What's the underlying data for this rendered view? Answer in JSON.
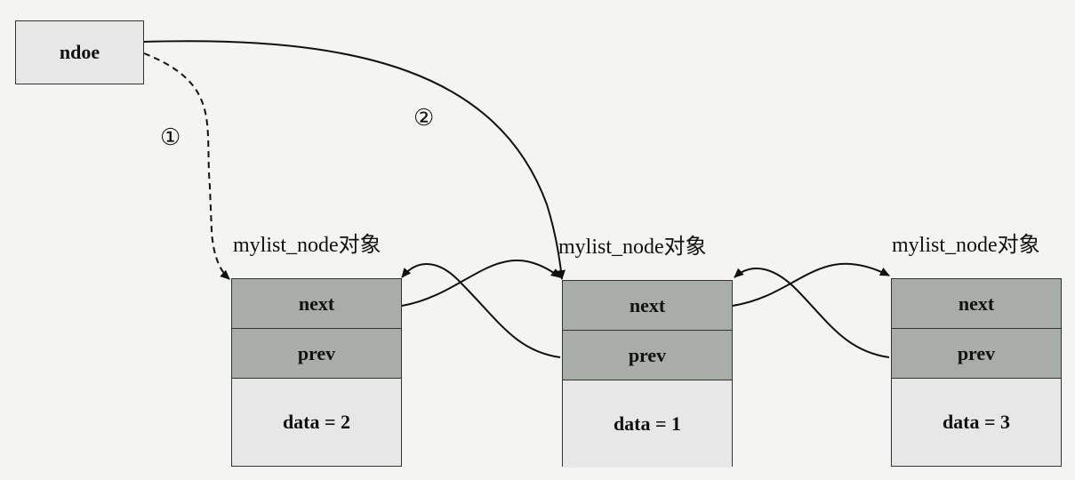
{
  "pointer": {
    "label": "ndoe"
  },
  "steps": [
    "①",
    "②"
  ],
  "nodes": [
    {
      "title": "mylist_node对象",
      "next": "next",
      "prev": "prev",
      "data": "data = 2"
    },
    {
      "title": "mylist_node对象",
      "next": "next",
      "prev": "prev",
      "data": "data = 1"
    },
    {
      "title": "mylist_node对象",
      "next": "next",
      "prev": "prev",
      "data": "data = 3"
    }
  ],
  "colors": {
    "cell_header": "#a9ada8",
    "cell_body": "#e8e7e7",
    "line": "#111111"
  }
}
